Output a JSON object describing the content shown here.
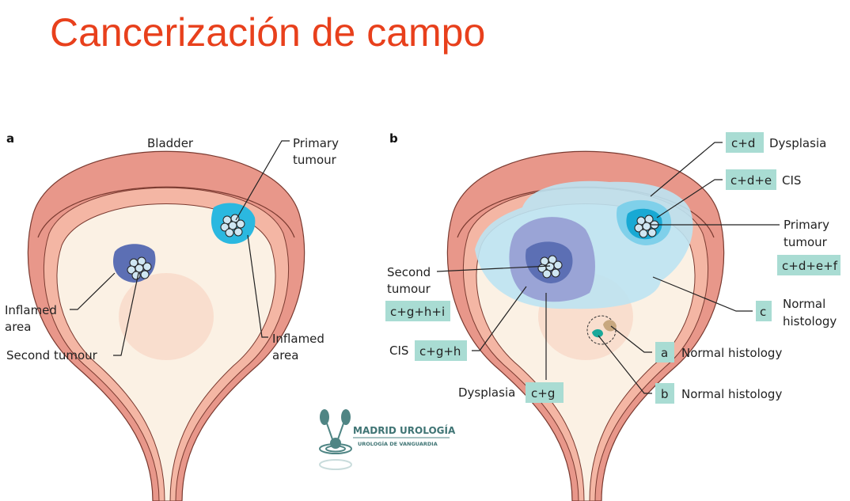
{
  "title": "Cancerización de campo",
  "panel_a": {
    "letter": "a",
    "bladder": "Bladder",
    "primary_tumour": [
      "Primary",
      "tumour"
    ],
    "inflamed_left": [
      "Inflamed",
      "area"
    ],
    "second_tumour": "Second tumour",
    "inflamed_right": [
      "Inflamed",
      "area"
    ]
  },
  "panel_b": {
    "letter": "b",
    "dysplasia_top": {
      "code": "c+d",
      "label": "Dysplasia"
    },
    "cis_top": {
      "code": "c+d+e",
      "label": "CIS"
    },
    "primary_tumour": {
      "label": [
        "Primary",
        "tumour"
      ],
      "code": "c+d+e+f"
    },
    "second_tumour": {
      "label": [
        "Second",
        "tumour"
      ],
      "code": "c+g+h+i"
    },
    "normal_c": {
      "code": "c",
      "label": [
        "Normal",
        "histology"
      ]
    },
    "cis_left": {
      "label": "CIS",
      "code": "c+g+h"
    },
    "normal_a": {
      "code": "a",
      "label": "Normal histology"
    },
    "dysplasia_bottom": {
      "label": "Dysplasia",
      "code": "c+g"
    },
    "normal_b": {
      "code": "b",
      "label": "Normal histology"
    }
  },
  "logo": {
    "name": "MADRID UROLOGÍA",
    "tagline": "UROLOGÍA DE VANGUARDIA"
  },
  "colors": {
    "title": "#e8401c",
    "wall": "#e8978a",
    "lining": "#f4b6a4",
    "cavity": "#fbf1e4",
    "box": "#a9dcd3"
  }
}
